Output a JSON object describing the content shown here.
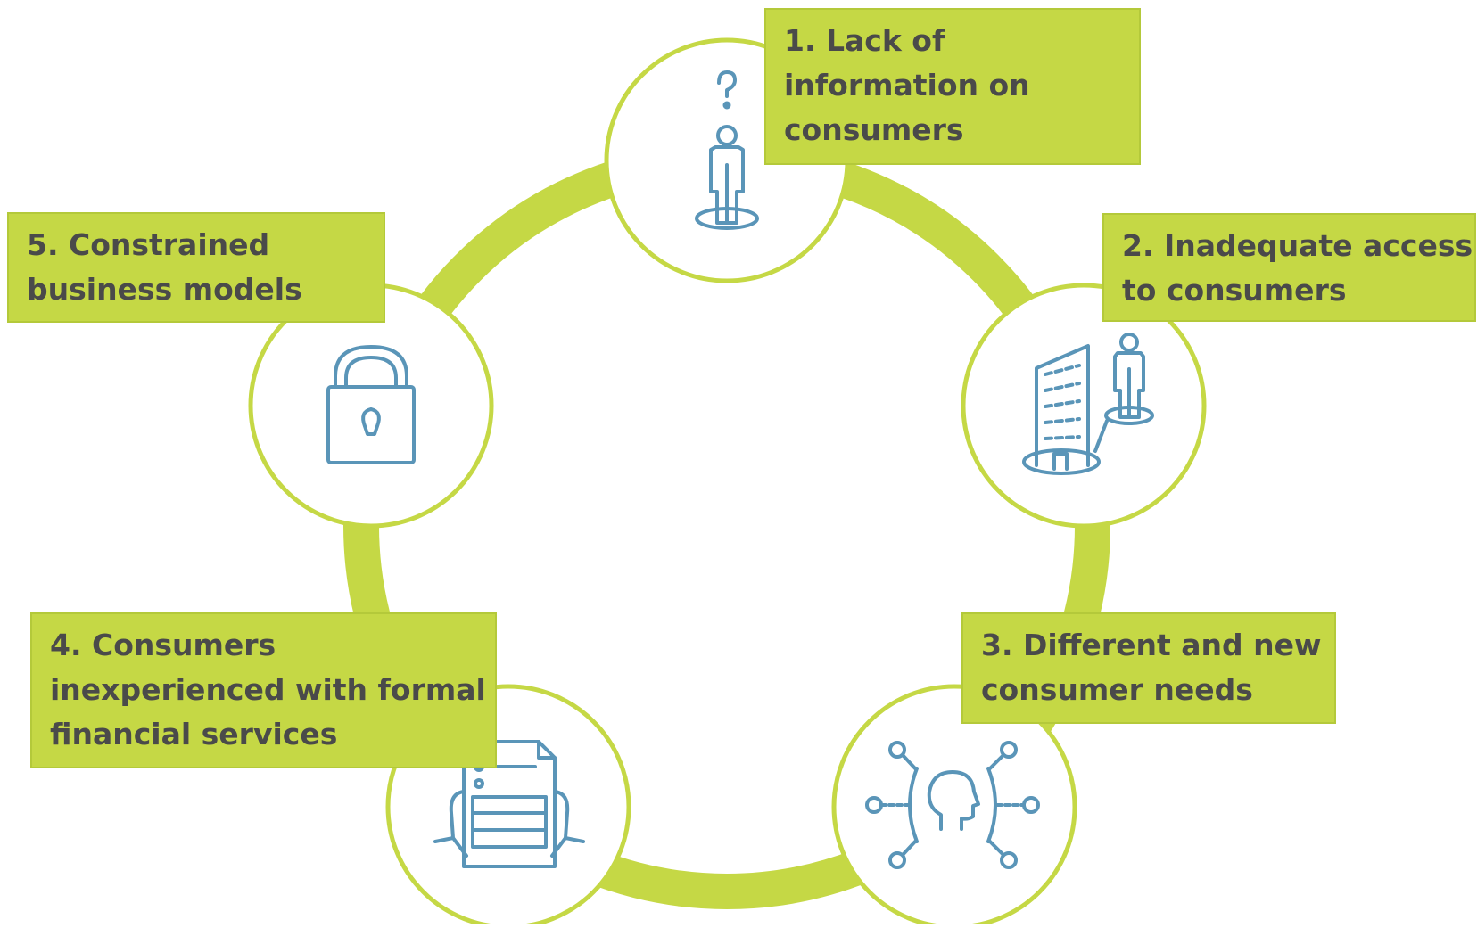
{
  "colors": {
    "ring": "#c5d845",
    "box": "#c5d845",
    "text": "#4a4a4a",
    "icon": "#5a95b8"
  },
  "items": [
    {
      "number": "1",
      "icon": "person-question-icon",
      "lines": [
        "1. Lack of",
        "information on",
        "consumers"
      ]
    },
    {
      "number": "2",
      "icon": "building-person-icon",
      "lines": [
        "2. Inadequate access",
        "to consumers"
      ]
    },
    {
      "number": "3",
      "icon": "head-network-icon",
      "lines": [
        "3. Different and new",
        "consumer needs"
      ]
    },
    {
      "number": "4",
      "icon": "document-hands-icon",
      "lines": [
        "4. Consumers",
        "inexperienced with formal",
        "financial services"
      ]
    },
    {
      "number": "5",
      "icon": "padlock-icon",
      "lines": [
        "5. Constrained",
        "business models"
      ]
    }
  ]
}
